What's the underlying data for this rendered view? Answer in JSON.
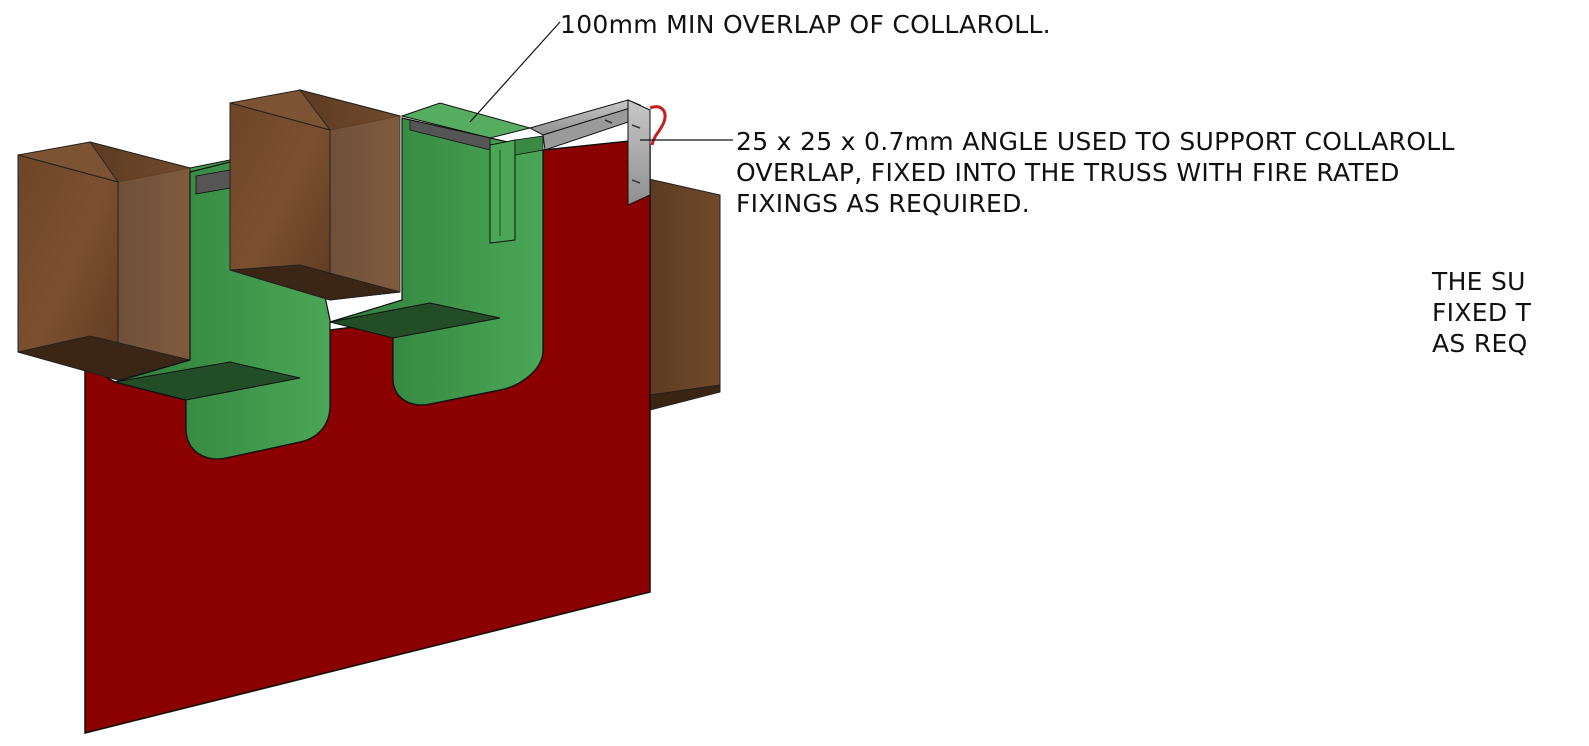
{
  "callouts": {
    "overlap": {
      "text": "100mm MIN OVERLAP OF COLLAROLL."
    },
    "angle": {
      "lines": [
        "25 x 25 x 0.7mm ANGLE USED TO SUPPORT COLLAROLL",
        "OVERLAP, FIXED INTO THE TRUSS WITH FIRE RATED",
        "FIXINGS AS REQUIRED."
      ]
    },
    "support": {
      "lines": [
        "THE SU",
        "FIXED T",
        "AS REQ"
      ]
    }
  },
  "colors": {
    "fire_board": "#8b0000",
    "collaroll": "#3f9a4a",
    "timber": "#6b4427",
    "angle": "#a3a3a3",
    "leader": "#111111"
  }
}
